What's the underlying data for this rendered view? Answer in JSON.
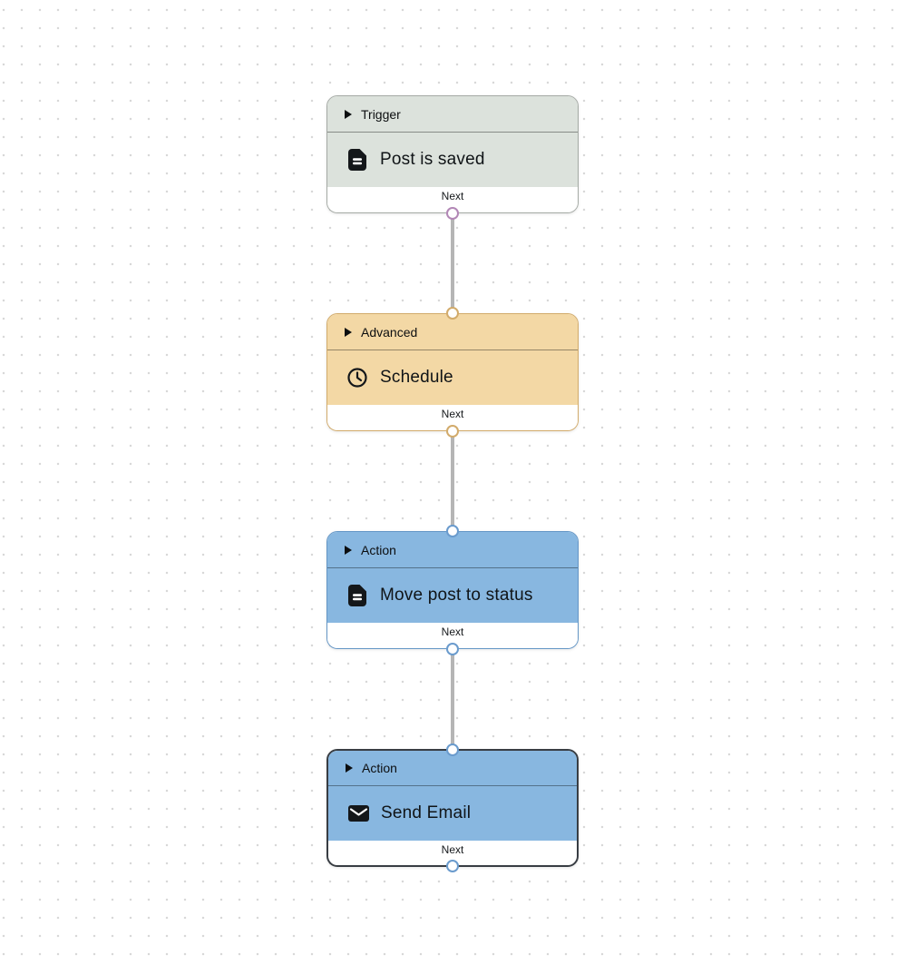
{
  "canvas": {
    "background": "#ffffff",
    "dot_color": "#d8d8d8"
  },
  "edges": {
    "color": "#b5b5b5"
  },
  "nodes": [
    {
      "category": "Trigger",
      "title": "Post is saved",
      "next_label": "Next",
      "icon": "document-icon",
      "selected": false,
      "has_input": false,
      "theme": {
        "bg": "#dce2dc",
        "border": "#a5aaa5",
        "port": "#b287b6"
      }
    },
    {
      "category": "Advanced",
      "title": "Schedule",
      "next_label": "Next",
      "icon": "clock-icon",
      "selected": false,
      "has_input": true,
      "theme": {
        "bg": "#f3d8a5",
        "border": "#d2ab6b",
        "port": "#d2ab6b"
      }
    },
    {
      "category": "Action",
      "title": "Move post to status",
      "next_label": "Next",
      "icon": "document-icon",
      "selected": false,
      "has_input": true,
      "theme": {
        "bg": "#88b7e0",
        "border": "#6496c6",
        "port": "#6a9bcd"
      }
    },
    {
      "category": "Action",
      "title": "Send Email",
      "next_label": "Next",
      "icon": "envelope-icon",
      "selected": true,
      "has_input": true,
      "theme": {
        "bg": "#88b7e0",
        "border": "#383d43",
        "port": "#6a9bcd"
      }
    }
  ]
}
